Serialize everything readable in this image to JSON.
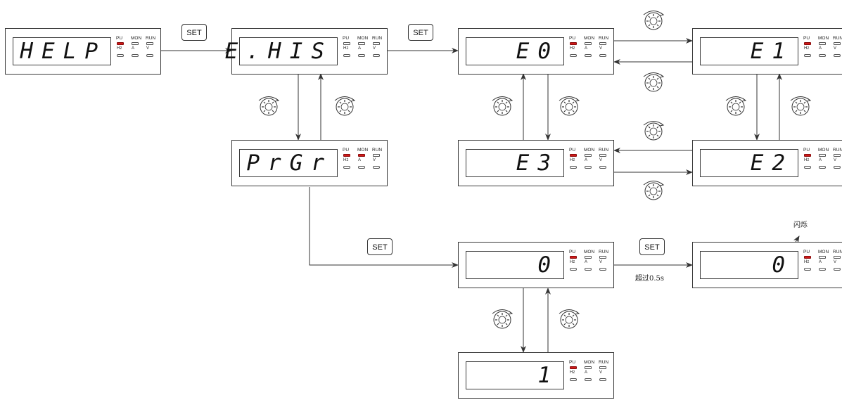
{
  "indicators": {
    "row1": [
      "PU",
      "MON",
      "RUN"
    ],
    "row2": [
      "Hz",
      "A",
      "V"
    ]
  },
  "panels": [
    {
      "id": "help",
      "display": "HELP",
      "leds": [
        true,
        false,
        false
      ]
    },
    {
      "id": "ehis",
      "display": "E.HIS",
      "leds": [
        false,
        false,
        false
      ]
    },
    {
      "id": "e0",
      "display": "E0",
      "leds": [
        true,
        false,
        false
      ]
    },
    {
      "id": "e1",
      "display": "E1",
      "leds": [
        true,
        false,
        false
      ]
    },
    {
      "id": "prgr",
      "display": "PrGr",
      "leds": [
        true,
        true,
        false
      ]
    },
    {
      "id": "e3",
      "display": "E3",
      "leds": [
        true,
        false,
        false
      ]
    },
    {
      "id": "e2",
      "display": "E2",
      "leds": [
        true,
        false,
        false
      ]
    },
    {
      "id": "zero",
      "display": "0",
      "leds": [
        true,
        false,
        false
      ]
    },
    {
      "id": "zero_blink",
      "display": "0",
      "leds": [
        true,
        false,
        false
      ]
    },
    {
      "id": "one",
      "display": "1",
      "leds": [
        true,
        false,
        false
      ]
    }
  ],
  "set_label": "SET",
  "annotations": {
    "blink": "闪烁",
    "over_time": "超过0.5s"
  },
  "colors": {
    "led_on": "#d11a1a",
    "line": "#333333"
  }
}
